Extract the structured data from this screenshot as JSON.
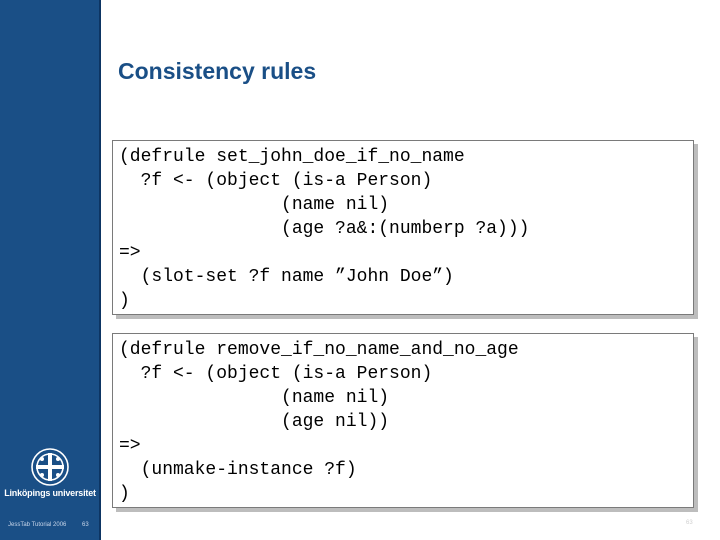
{
  "slide": {
    "title": "Consistency rules",
    "page_number": "63"
  },
  "sidebar": {
    "logo_text": "Linköpings universitet",
    "footer_text": "JessTab Tutorial 2006",
    "footer_page": "63"
  },
  "rules": [
    {
      "code": "(defrule set_john_doe_if_no_name\n  ?f <- (object (is-a Person)\n               (name nil)\n               (age ?a&:(numberp ?a)))\n=>\n  (slot-set ?f name ”John Doe”)\n)"
    },
    {
      "code": "(defrule remove_if_no_name_and_no_age\n  ?f <- (object (is-a Person)\n               (name nil)\n               (age nil))\n=>\n  (unmake-instance ?f)\n)"
    }
  ],
  "colors": {
    "sidebar": "#1a4f86",
    "title": "#1a4f86"
  }
}
